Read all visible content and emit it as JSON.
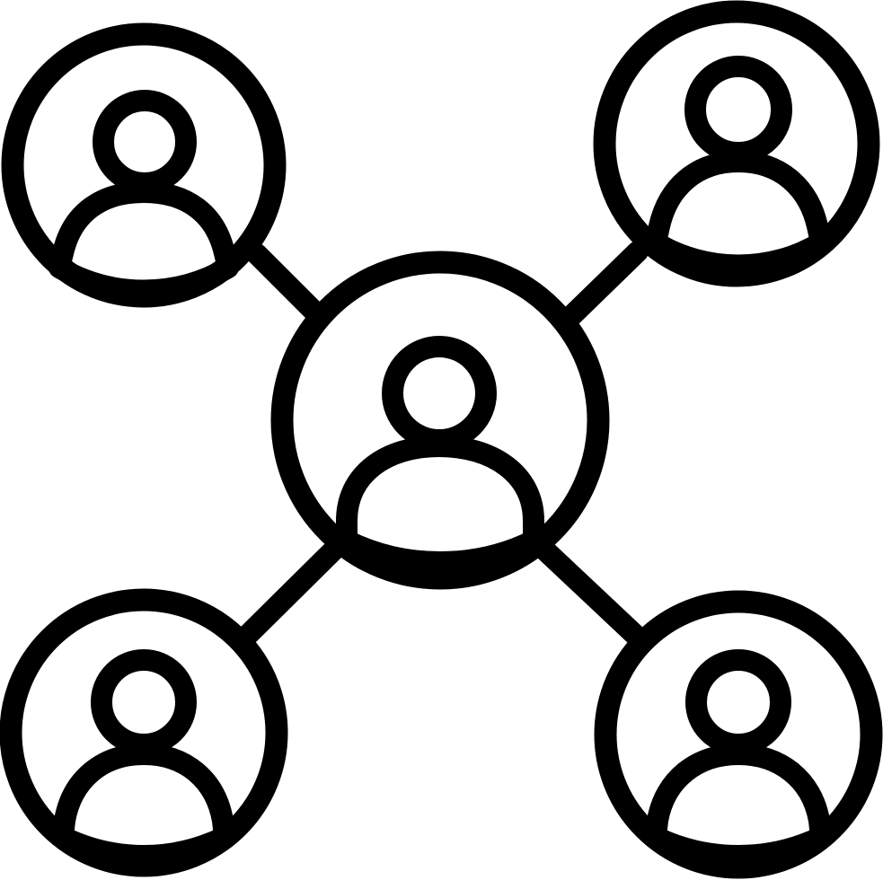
{
  "icon": {
    "name": "user-network-icon",
    "stroke_color": "#000000",
    "background_color": "#ffffff"
  },
  "nodes": [
    {
      "id": "center",
      "icon": "user-icon"
    },
    {
      "id": "top-left",
      "icon": "user-icon"
    },
    {
      "id": "top-right",
      "icon": "user-icon"
    },
    {
      "id": "bottom-left",
      "icon": "user-icon"
    },
    {
      "id": "bottom-right",
      "icon": "user-icon"
    }
  ],
  "connections": [
    {
      "from": "center",
      "to": "top-left"
    },
    {
      "from": "center",
      "to": "top-right"
    },
    {
      "from": "center",
      "to": "bottom-left"
    },
    {
      "from": "center",
      "to": "bottom-right"
    }
  ]
}
